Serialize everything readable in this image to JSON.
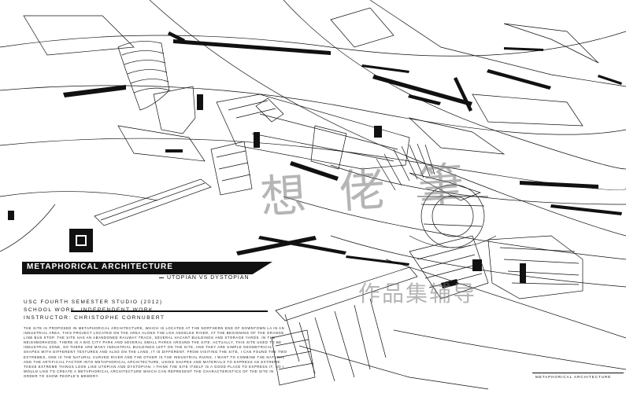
{
  "project": {
    "title": "METAPHORICAL ARCHITECTURE",
    "subtitle": "UTOPIAN VS DYSTOPIAN",
    "studio": "USC FOURTH SEMESTER STUDIO (2012)",
    "work_type": "SCHOOL WORK, INDEPENDENT WORK",
    "instructor": "INSTRUCTOR: CHRISTOPHE CORNUBERT",
    "description": "The site is proposed in metaphorical architecture, which is located at the Northern end of downtown LA in an industrial area. This project located on the area along the Los Angeles River, at the beginning of the Orange Line Bus stop. The site has an abandoned railway track, several vacant buildings and storage yards. In the neighborhood, there is a big city park and several small parks around the site. Actually, this site used to be industrial zone, so there are many industrial buildings left on the site, and they are simple geometrical shapes with different textures and also on the land, it is different. From visiting the site, I can found the two extremes, one is the natural curved river and the other is the industrial ruins. I want to combine the natural and the artificial factor into metaphorical architecture, using shapes and materials to express an extreme. These extreme things look like Utopian and Dystopian. I think the site itself is a good place to express it, so I would like to create a metaphorical architecture which can represent the characteristics of the site in order to show people's memory.",
    "corner_label": "METAPHORICAL ARCHITECTURE"
  },
  "watermark": {
    "large": "想 佬 筆",
    "small": "作品集辅导"
  },
  "colors": {
    "ink": "#111111",
    "paper": "#ffffff",
    "watermark": "#8c8c8c"
  },
  "icons": [
    "logo-square-icon"
  ]
}
